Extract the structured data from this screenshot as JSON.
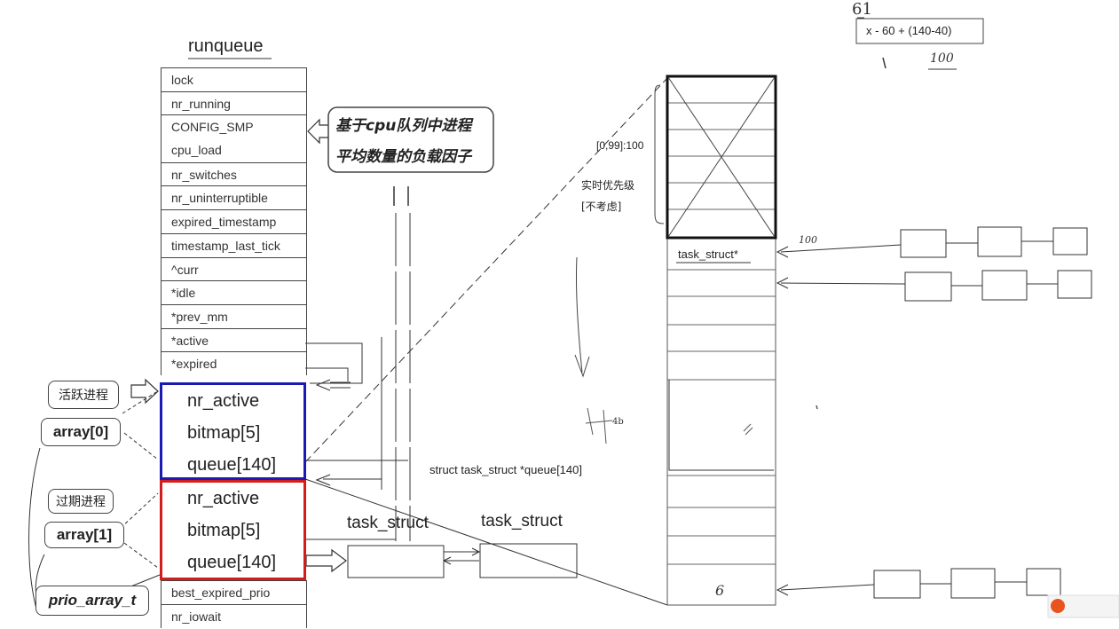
{
  "runqueue": {
    "title": "runqueue",
    "fields": [
      "lock",
      "nr_running",
      "CONFIG_SMP",
      "cpu_load",
      "nr_switches",
      "nr_uninterruptible",
      "expired_timestamp",
      "timestamp_last_tick",
      "^curr",
      "*idle",
      "*prev_mm",
      "*active",
      "*expired"
    ],
    "tail_fields": [
      "best_expired_prio",
      "nr_iowait"
    ]
  },
  "active_array": {
    "rows": [
      "nr_active",
      "bitmap[5]",
      "queue[140]"
    ],
    "color": "#1b1bb3"
  },
  "expired_array": {
    "rows": [
      "nr_active",
      "bitmap[5]",
      "queue[140]"
    ],
    "color": "#d41c1c"
  },
  "labels": {
    "active": "活跃进程",
    "expired": "过期进程",
    "array0": "array[0]",
    "array1": "array[1]",
    "prio_array_t": "prio_array_t",
    "load_factor_line1": "基于cpu队列中进程",
    "load_factor_line2": "平均数量的负载因子",
    "queue_decl": "struct task_struct *queue[140]",
    "task_struct_a": "task_struct",
    "task_struct_b": "task_struct",
    "range": "[0,99]:100",
    "rt_line1": "实时优先级",
    "rt_line2": "[不考虑]",
    "task_ptr": "task_struct*"
  },
  "handwriting": {
    "formula": "x - 60 + (140-40)",
    "top_num": "61",
    "below_left": "1",
    "below_right": "100",
    "arrow_note": "100",
    "side_note": "4b",
    "bottom_cell": "6"
  }
}
